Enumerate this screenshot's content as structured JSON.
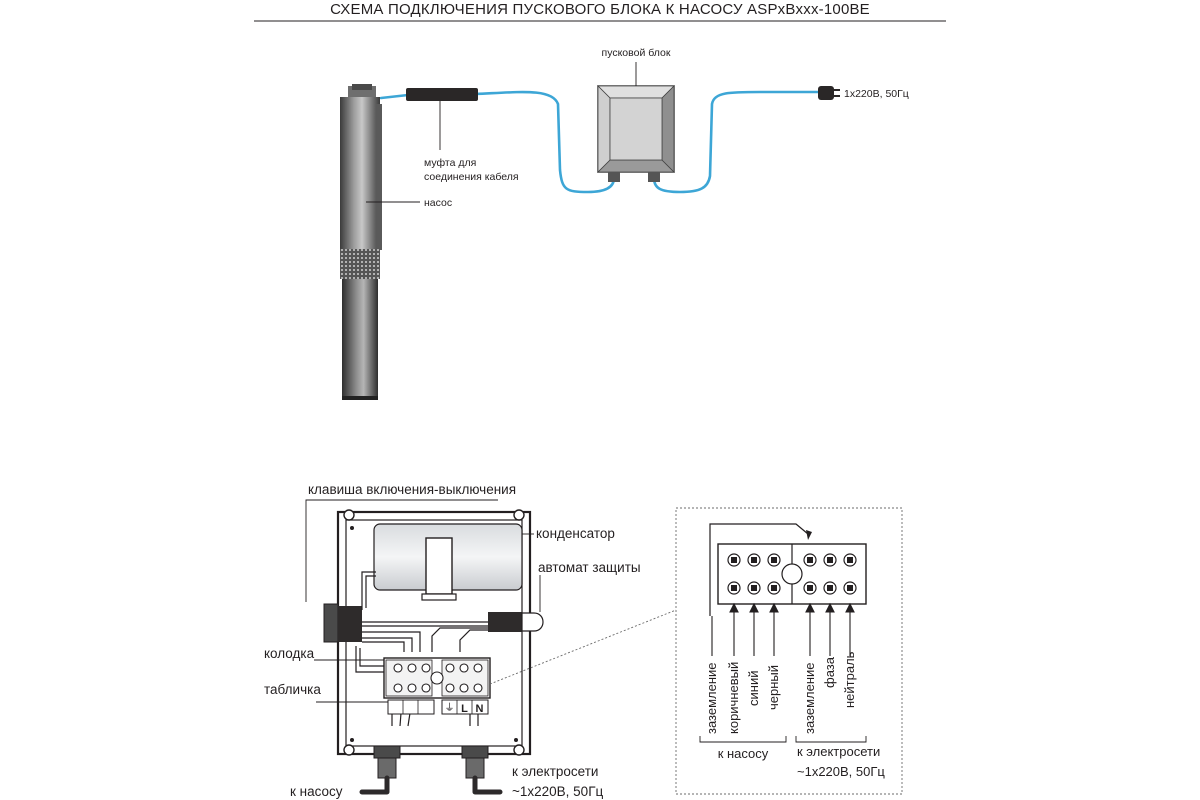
{
  "title": "СХЕМА ПОДКЛЮЧЕНИЯ ПУСКОВОГО БЛОКА К НАСОСУ ASPxBxxx-100BE",
  "top": {
    "starter_box_label": "пусковой блок",
    "plug_label": "1х220В, 50Гц",
    "coupling_label_line1": "муфта для",
    "coupling_label_line2": "соединения кабеля",
    "pump_label": "насос"
  },
  "box": {
    "switch_label": "клавиша включения-выключения",
    "capacitor_label": "конденсатор",
    "breaker_label": "автомат защиты",
    "terminal_block_label": "колодка",
    "plate_label": "табличка",
    "to_pump_label": "к насосу",
    "to_mains_line1": "к электросети",
    "to_mains_line2": "~1х220В, 50Гц",
    "plate_marks": [
      "⏚",
      "L",
      "N"
    ]
  },
  "detail": {
    "left_wires": [
      "заземление",
      "коричневый",
      "синий",
      "черный"
    ],
    "right_wires": [
      "заземление",
      "фаза",
      "нейтраль"
    ],
    "to_pump_label": "к насосу",
    "to_mains_line1": "к электросети",
    "to_mains_line2": "~1х220В, 50Гц"
  },
  "colors": {
    "cable": "#3da6d6",
    "ink": "#231f20",
    "panel_grey": "#8c8c8c"
  }
}
